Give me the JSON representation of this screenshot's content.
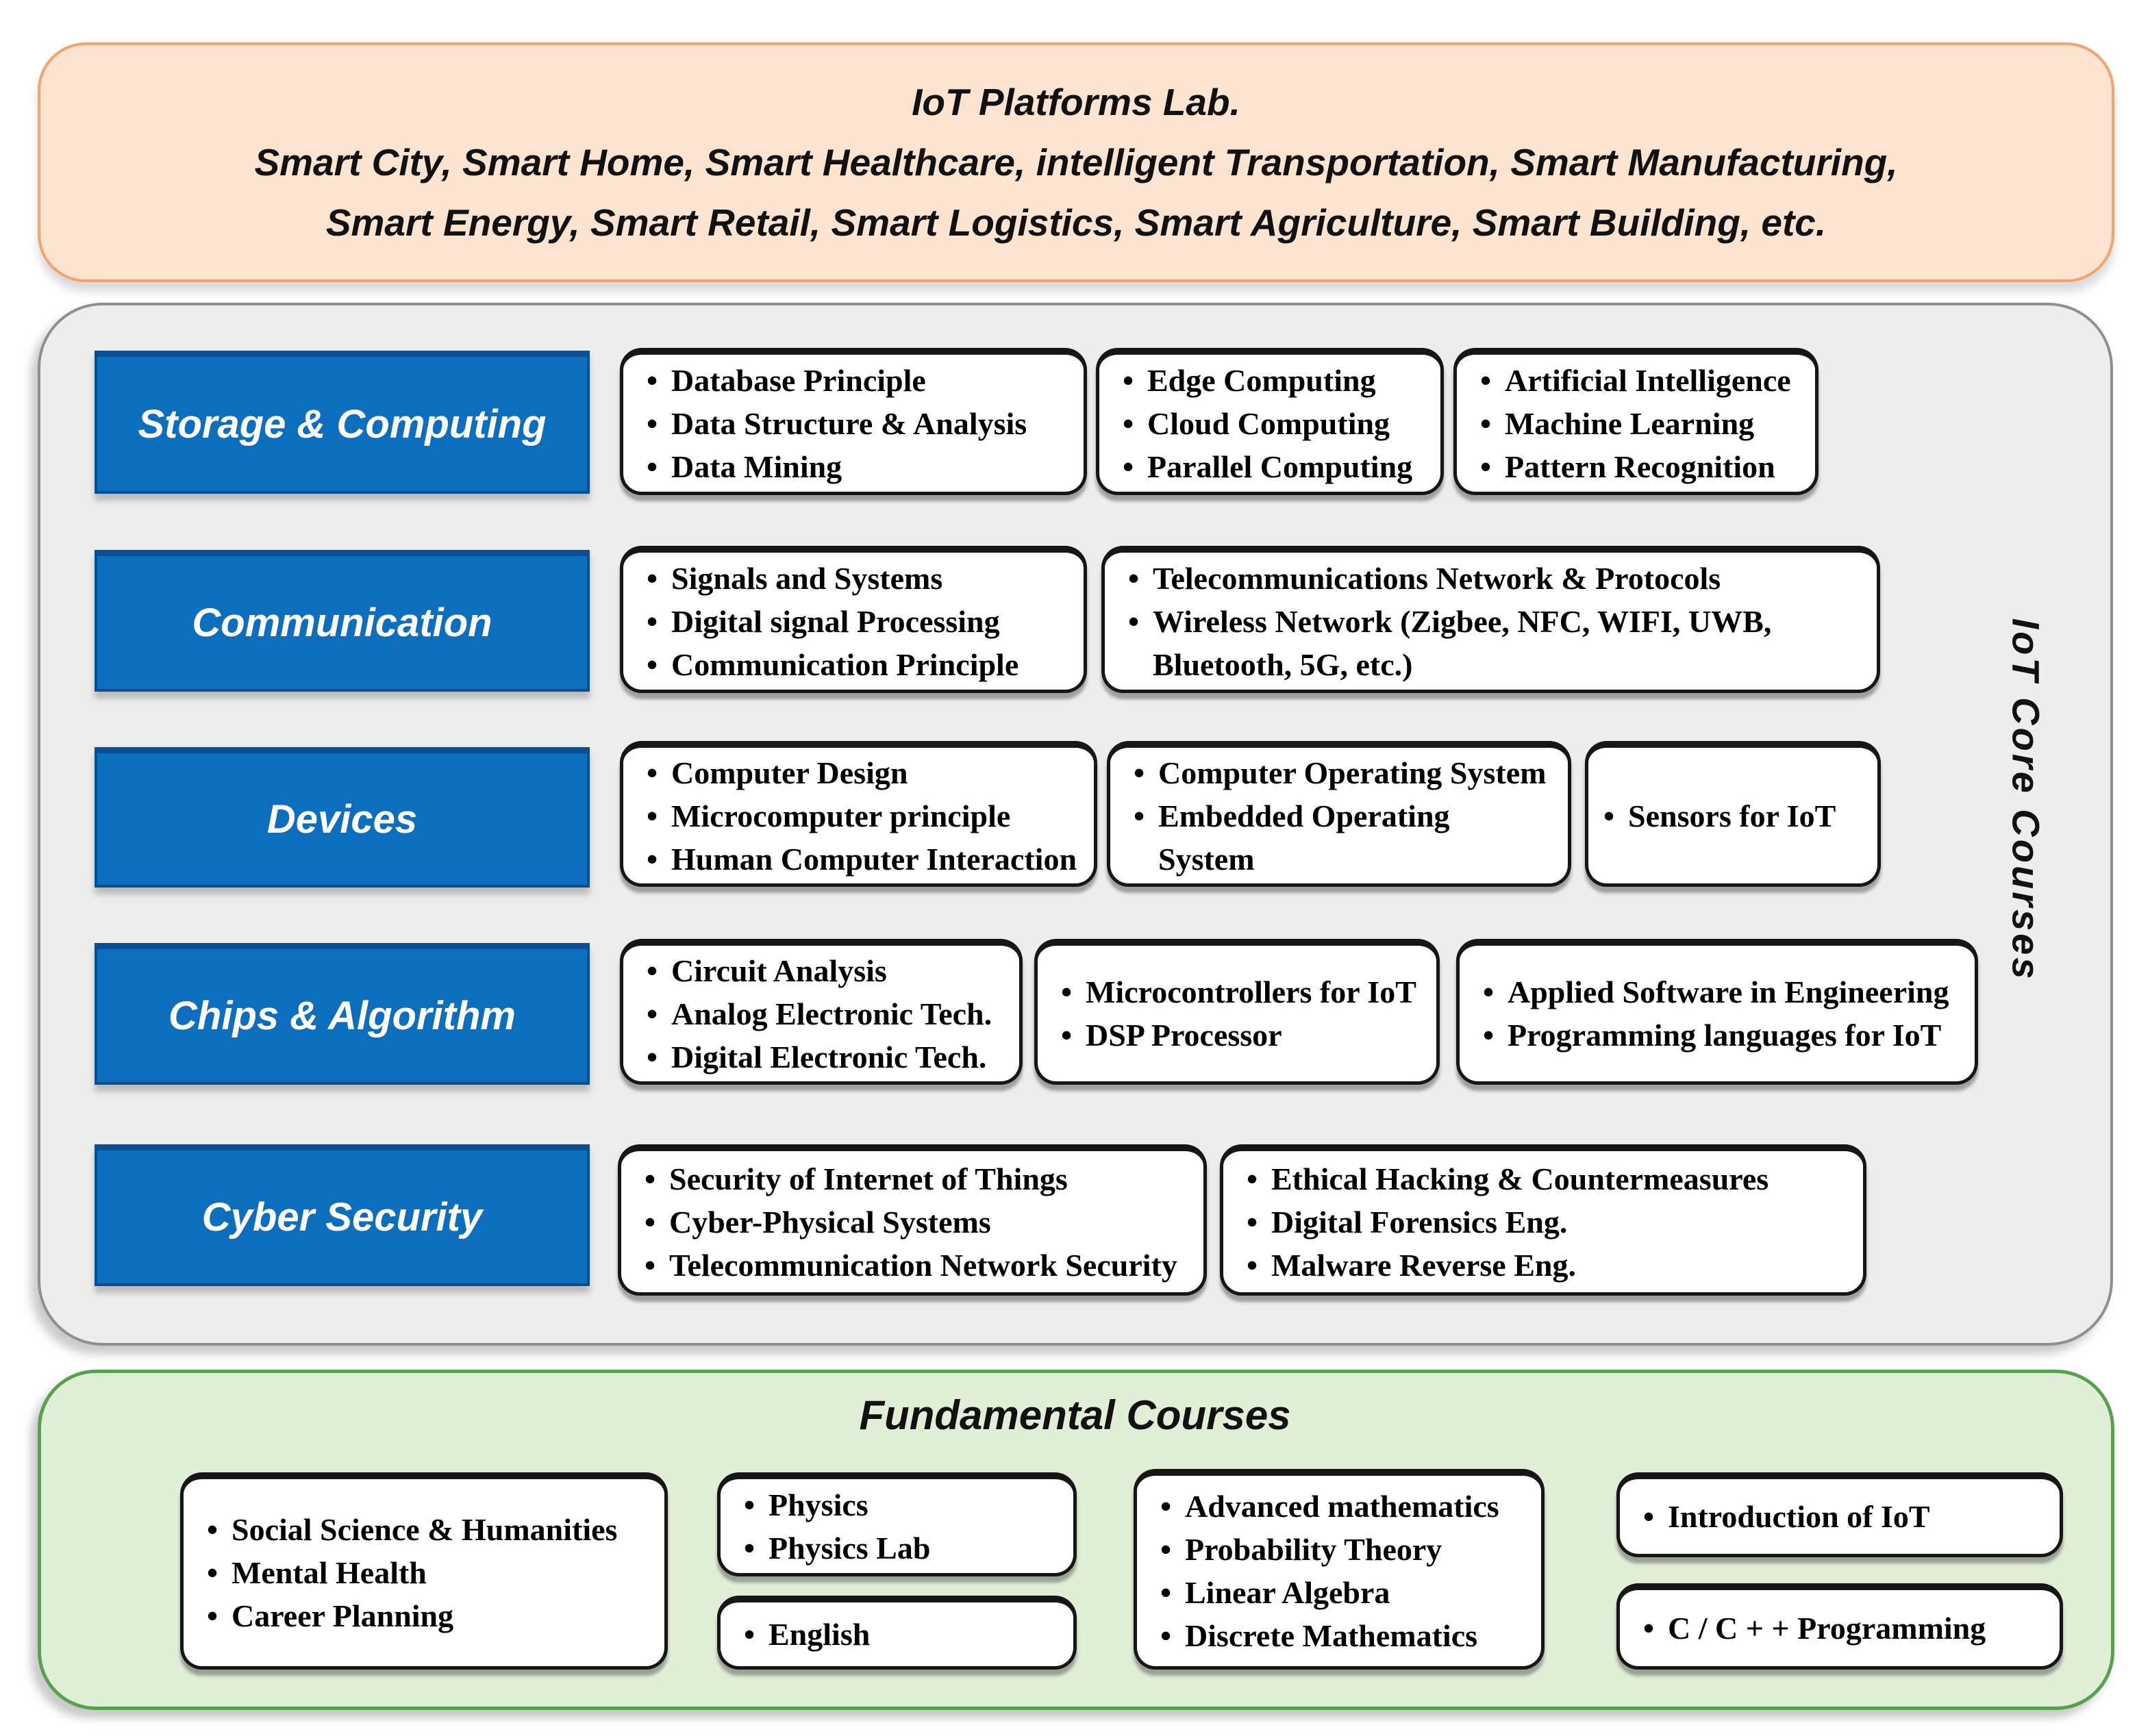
{
  "platforms": {
    "title": "IoT Platforms Lab.",
    "line2": "Smart  City, Smart Home, Smart Healthcare, intelligent Transportation, Smart Manufacturing,",
    "line3": "Smart Energy, Smart Retail, Smart Logistics, Smart Agriculture,  Smart Building, etc."
  },
  "core": {
    "side_label": "IoT Core Courses",
    "rows": [
      {
        "category": "Storage & Computing",
        "boxes": [
          {
            "items": [
              "Database Principle",
              "Data Structure & Analysis",
              "Data Mining"
            ]
          },
          {
            "items": [
              "Edge Computing",
              "Cloud Computing",
              "Parallel Computing"
            ]
          },
          {
            "items": [
              "Artificial Intelligence",
              "Machine Learning",
              "Pattern Recognition"
            ]
          }
        ]
      },
      {
        "category": "Communication",
        "boxes": [
          {
            "items": [
              "Signals and Systems",
              "Digital signal Processing",
              "Communication Principle"
            ]
          },
          {
            "items": [
              "Telecommunications Network & Protocols",
              "Wireless Network (Zigbee, NFC, WIFI, UWB, Bluetooth, 5G, etc.)"
            ]
          }
        ]
      },
      {
        "category": "Devices",
        "boxes": [
          {
            "items": [
              "Computer Design",
              "Microcomputer principle",
              "Human Computer Interaction"
            ]
          },
          {
            "items": [
              "Computer Operating System",
              "Embedded Operating System"
            ]
          },
          {
            "items": [
              "Sensors for IoT"
            ]
          }
        ]
      },
      {
        "category": "Chips & Algorithm",
        "boxes": [
          {
            "items": [
              "Circuit Analysis",
              "Analog Electronic Tech.",
              "Digital Electronic Tech."
            ]
          },
          {
            "items": [
              "Microcontrollers for IoT",
              "DSP Processor"
            ]
          },
          {
            "items": [
              "Applied Software in Engineering",
              "Programming languages for IoT"
            ]
          }
        ]
      },
      {
        "category": "Cyber Security",
        "boxes": [
          {
            "items": [
              "Security of Internet of Things",
              "Cyber-Physical Systems",
              "Telecommunication Network Security"
            ]
          },
          {
            "items": [
              "Ethical Hacking & Countermeasures",
              "Digital Forensics Eng.",
              "Malware Reverse Eng."
            ]
          }
        ]
      }
    ]
  },
  "fundamental": {
    "title": "Fundamental Courses",
    "boxes": [
      {
        "items": [
          "Social Science & Humanities",
          "Mental Health",
          "Career Planning"
        ]
      },
      {
        "items": [
          "Physics",
          "Physics Lab"
        ]
      },
      {
        "items": [
          "English"
        ]
      },
      {
        "items": [
          "Advanced mathematics",
          "Probability Theory",
          "Linear Algebra",
          "Discrete Mathematics"
        ]
      },
      {
        "items": [
          "Introduction of IoT"
        ]
      },
      {
        "items": [
          "C / C + + Programming"
        ]
      }
    ]
  },
  "colors": {
    "category_fill": "#0d6ebd",
    "category_border": "#0a4f94",
    "category_text": "#ffffff",
    "platforms_fill": "#fce4d1",
    "platforms_border": "#f2a36e",
    "core_panel_fill": "#ededed",
    "core_panel_border": "#8f8f8f",
    "fundamental_fill": "#e1efd6",
    "fundamental_border": "#55a24e",
    "course_box_fill": "#ffffff",
    "course_box_border": "#161616",
    "text": "#111111"
  }
}
